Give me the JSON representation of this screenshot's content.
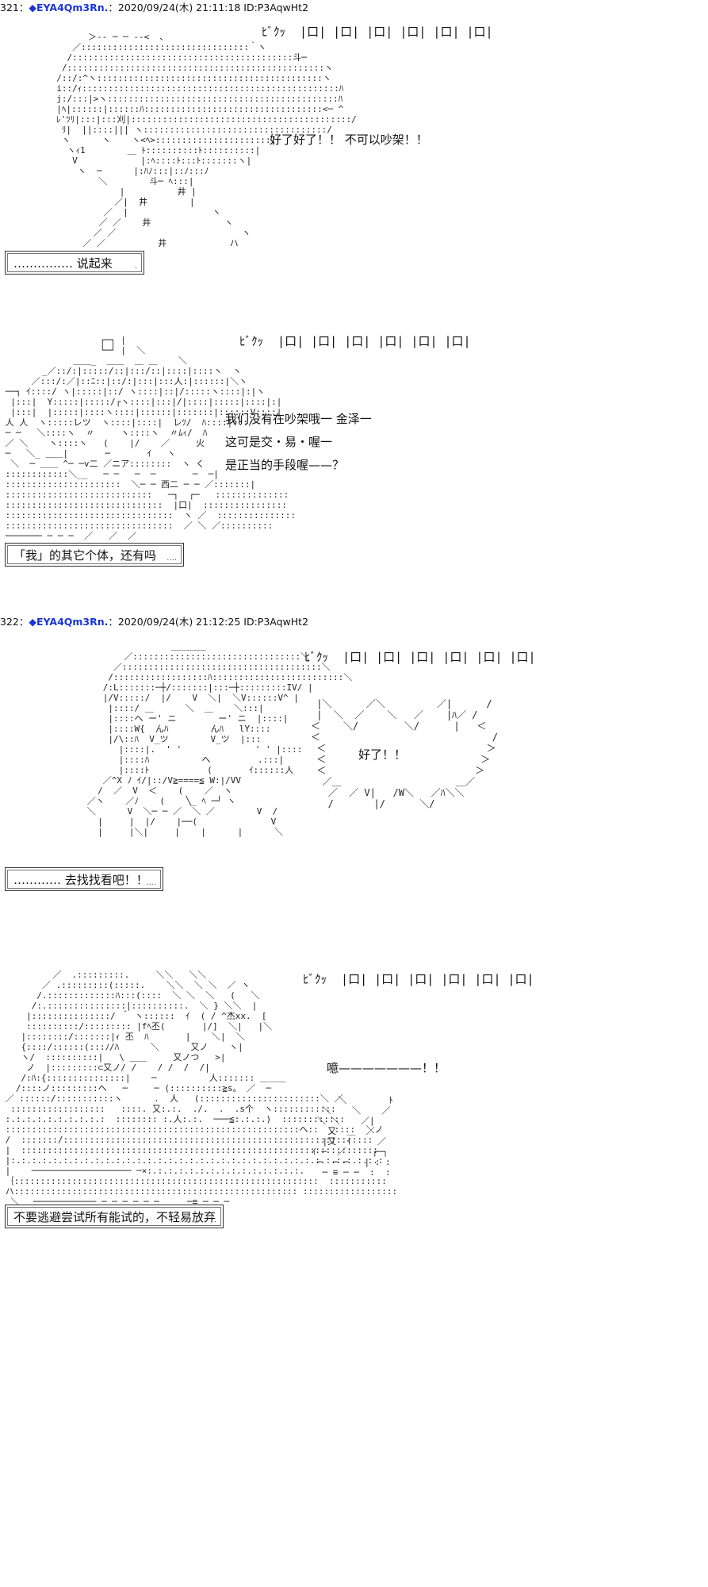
{
  "posts": [
    {
      "number": "321",
      "separator": "：",
      "diamond": "◆",
      "name": "EYA4Qm3Rn.",
      "datetime": "：2020/09/24(木) 21:11:18 ID:P3AqwHt2"
    },
    {
      "number": "322",
      "separator": "：",
      "diamond": "◆",
      "name": "EYA4Qm3Rn.",
      "datetime": "：2020/09/24(木) 21:12:25 ID:P3AqwHt2"
    }
  ],
  "sfx_line": "ﾋﾞｸｯ  |口| |口| |口| |口| |口| |口|",
  "panels": [
    {
      "dialogue": [
        "好了好了！！ 不可以吵架！！"
      ],
      "caption": "……………  说起来",
      "caption_tail": "."
    },
    {
      "dialogue": [
        "我们没有在吵架哦一 金泽一",
        "这可是交・易・喔一",
        "是正当的手段喔——？"
      ],
      "caption": "「我」的其它个体，还有吗",
      "caption_tail": "...."
    },
    {
      "dialogue": [
        "好了！！"
      ],
      "caption": "…………  去找找看吧！！",
      "caption_tail": "...."
    },
    {
      "dialogue": [
        "噫———————！！"
      ],
      "caption": "不要逃避尝试所有能试的，不轻易放弃",
      "caption_tail": "."
    }
  ]
}
